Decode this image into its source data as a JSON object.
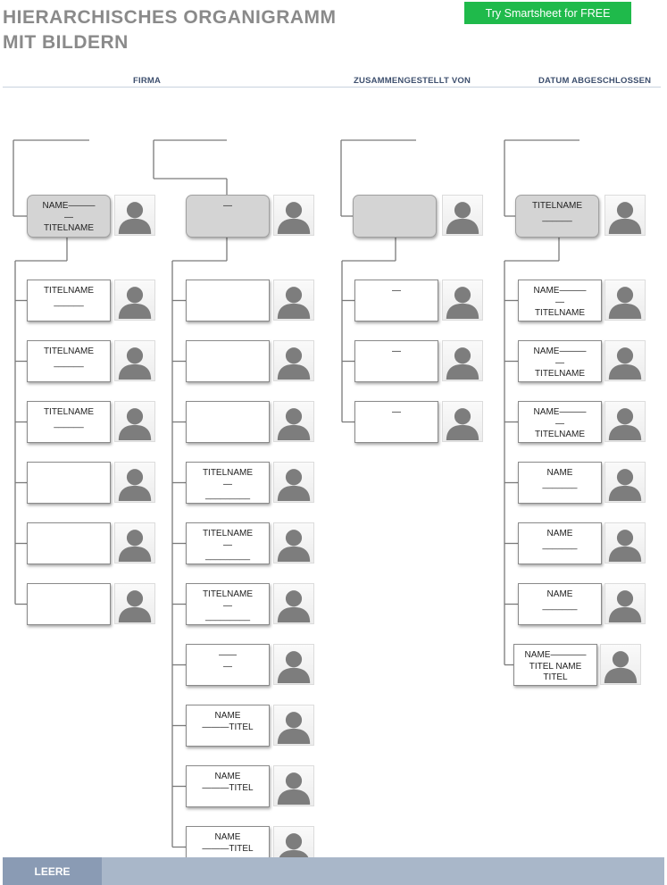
{
  "header": {
    "title_line1": "HIERARCHISCHES ORGANIGRAMM",
    "title_line2": "MIT BILDERN",
    "cta": "Try Smartsheet for FREE",
    "col_company": "FIRMA",
    "col_compiled_by": "ZUSAMMENGESTELLT VON",
    "col_date": "DATUM ABGESCHLOSSEN"
  },
  "columns": [
    {
      "head": [
        "NAME———",
        "—",
        "TITELNAME"
      ],
      "items": [
        [
          "TITELNAME",
          "______"
        ],
        [
          "TITELNAME",
          "______"
        ],
        [
          "TITELNAME",
          "______"
        ],
        [],
        [],
        []
      ]
    },
    {
      "head": [
        "—"
      ],
      "items": [
        [],
        [],
        [],
        [
          "TITELNAME",
          "—",
          "_________"
        ],
        [
          "TITELNAME",
          "—",
          "_________"
        ],
        [
          "TITELNAME",
          "—",
          "_________"
        ],
        [
          "——",
          "—"
        ],
        [
          "NAME",
          "———TITEL"
        ],
        [
          "NAME",
          "———TITEL"
        ],
        [
          "NAME",
          "———TITEL"
        ]
      ]
    },
    {
      "head": [],
      "items": [
        [
          "—"
        ],
        [
          "—"
        ],
        [
          "—"
        ]
      ]
    },
    {
      "head": [
        "TITELNAME",
        "______"
      ],
      "items": [
        [
          "NAME———",
          "—",
          "TITELNAME"
        ],
        [
          "NAME———",
          "—",
          "TITELNAME"
        ],
        [
          "NAME———",
          "—",
          "TITELNAME"
        ],
        [
          "NAME",
          "_______"
        ],
        [
          "NAME",
          "_______"
        ],
        [
          "NAME",
          "_______"
        ],
        [
          "NAME————",
          "TITEL NAME",
          "TITEL"
        ]
      ]
    }
  ],
  "footer": {
    "label": "LEERE"
  },
  "colors": {
    "cta_green": "#1fba4b",
    "head_box": "#d4d4d4",
    "footer_dark": "#8a9bb4",
    "footer_light": "#a9b7c9",
    "header_text": "#3d4f6e",
    "title_gray": "#8a8a8a"
  },
  "icons": {
    "photo": "person-placeholder-icon"
  }
}
